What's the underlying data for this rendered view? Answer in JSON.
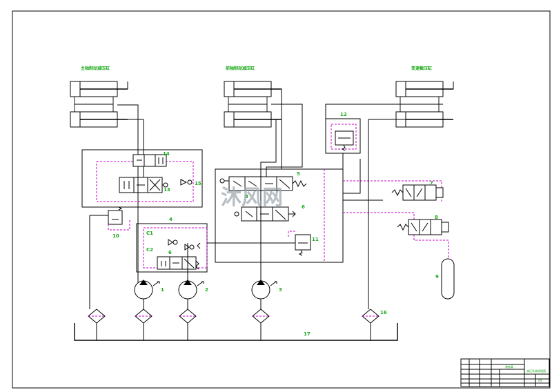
{
  "diagram": {
    "cylinder_group_labels": {
      "left": "主轴制动减压缸",
      "middle": "前轴制动减压缸",
      "right": "变速截压缸"
    },
    "component_numbers": {
      "n1": "1",
      "n2": "2",
      "n3": "3",
      "n4": "4",
      "n5": "5",
      "n6": "6",
      "n7": "7",
      "n8": "8",
      "n9": "9",
      "n10": "10",
      "n11": "11",
      "n12": "12",
      "n13": "13",
      "n14": "14",
      "n15": "15",
      "n16": "16",
      "n17": "17",
      "n6b": "6"
    },
    "orifice_labels": {
      "c1": "C1",
      "c2": "C2"
    },
    "watermark": "沐风网",
    "title_block": {
      "name": "液压系统原理图",
      "org": "湖南某",
      "sheet": "A3"
    },
    "colors": {
      "line": "#000000",
      "pilot_line": "#cc00cc",
      "label": "#1aa81a"
    }
  }
}
